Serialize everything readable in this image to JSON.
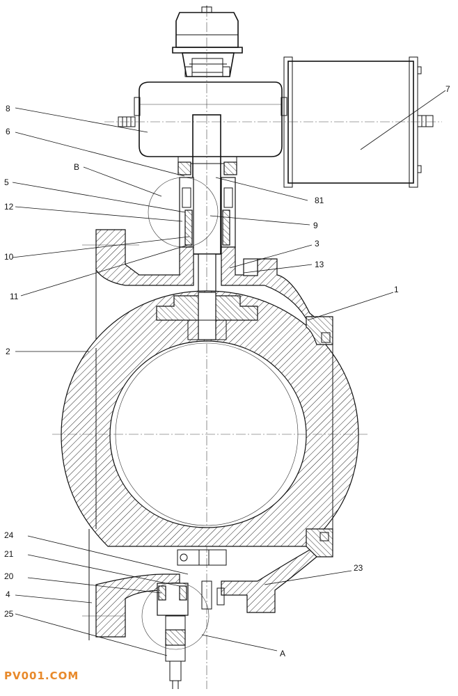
{
  "labels": {
    "l1": "1",
    "l2": "2",
    "l3": "3",
    "l4": "4",
    "l5": "5",
    "l6": "6",
    "l7": "7",
    "l8": "8",
    "l9": "9",
    "l10": "10",
    "l11": "11",
    "l12": "12",
    "l13": "13",
    "l20": "20",
    "l21": "21",
    "l23": "23",
    "l24": "24",
    "l25": "25",
    "l81": "81",
    "lA": "A",
    "lB": "B"
  },
  "watermark": "PV001.COM",
  "colors": {
    "line": "#111111",
    "watermark": "#e8892a",
    "background": "#ffffff"
  }
}
